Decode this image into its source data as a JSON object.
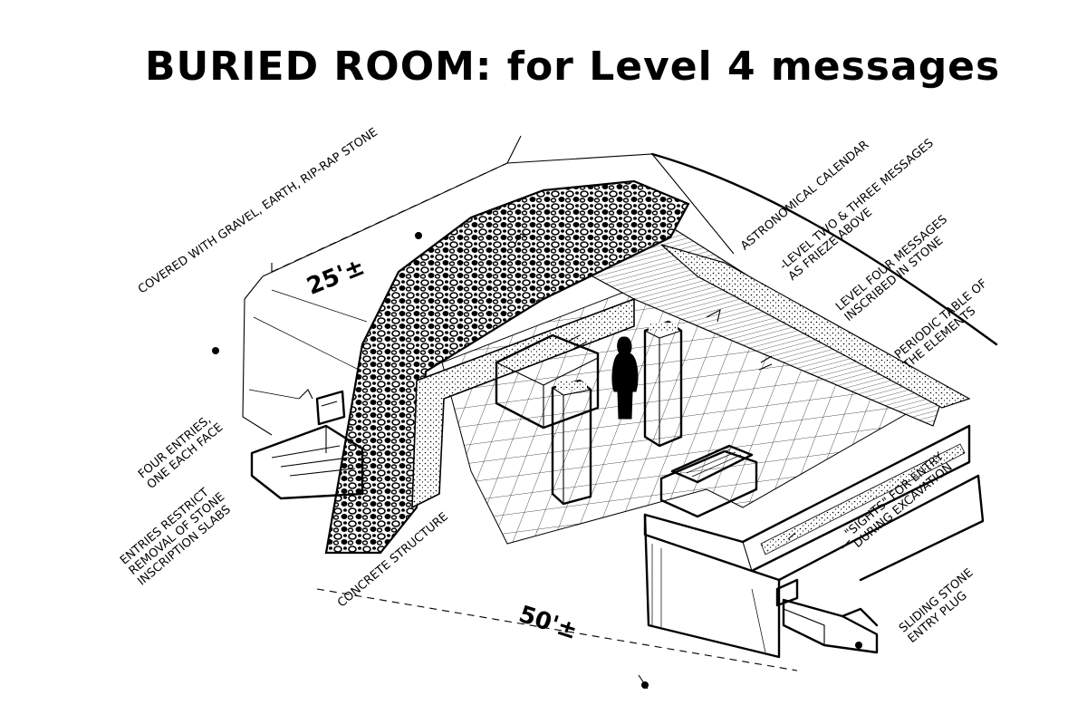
{
  "title": "BURIED ROOM: for Level 4 messages",
  "labels": {
    "covered": "COVERED WITH GRAVEL, EARTH, RIP-RAP STONE",
    "dim_width": "25'±",
    "dim_length": "50'±",
    "astronomical": "ASTRONOMICAL CALENDAR",
    "level_two_three": "-LEVEL TWO & THREE MESSAGES\nAS FRIEZE ABOVE",
    "level_four": "LEVEL FOUR MESSAGES\nINSCRIBED IN STONE",
    "periodic": "PERIODIC TABLE OF\nTHE ELEMENTS",
    "four_entries": "FOUR ENTRIES,\nONE EACH FACE",
    "entries_restrict": "ENTRIES RESTRICT\nREMOVAL OF STONE\nINSCRIPTION SLABS",
    "concrete": "CONCRETE STRUCTURE",
    "sights": "\"SIGHTS\" FOR ENTRY\nDURING EXCAVATION",
    "sliding": "SLIDING STONE\nENTRY PLUG"
  }
}
